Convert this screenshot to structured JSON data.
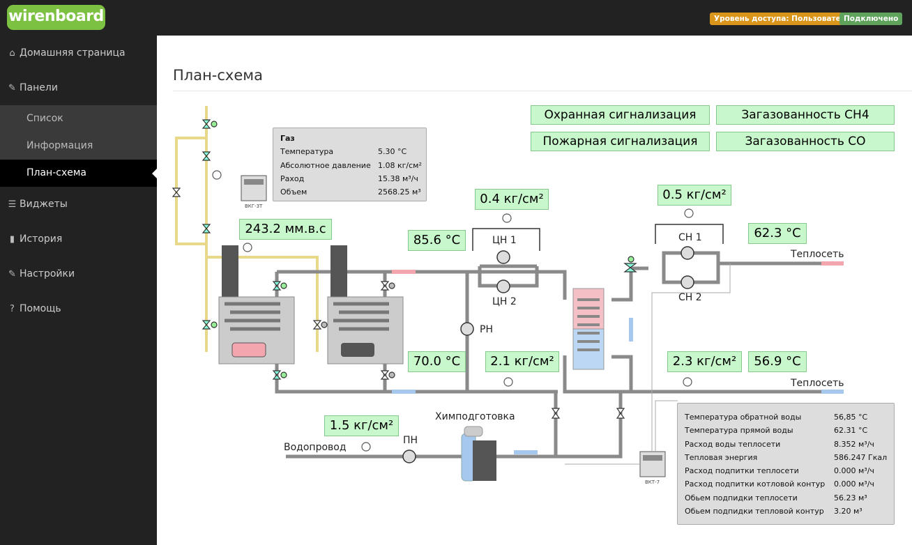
{
  "header": {
    "logo": "wirenboard",
    "access_badge": "Уровень доступа: Пользователь",
    "connection_badge": "Подключено"
  },
  "sidebar": {
    "items": [
      {
        "label": "Домашняя страница",
        "icon": "home-icon"
      },
      {
        "label": "Панели",
        "icon": "wrench-icon"
      },
      {
        "label": "Виджеты",
        "icon": "list-icon"
      },
      {
        "label": "История",
        "icon": "bar-chart-icon"
      },
      {
        "label": "Настройки",
        "icon": "wrench-icon"
      },
      {
        "label": "Помощь",
        "icon": "question-icon"
      }
    ],
    "panels_sub": [
      "Список",
      "Информация",
      "План-схема"
    ]
  },
  "page": {
    "title": "План-схема"
  },
  "alarms": {
    "security": "Охранная сигнализация",
    "gas_ch4": "Загазованность CH4",
    "fire": "Пожарная сигнализация",
    "gas_co": "Загазованность CO"
  },
  "gas_panel": {
    "title": "Газ",
    "rows": [
      {
        "label": "Температура",
        "value": "5.30 °C"
      },
      {
        "label": "Абсолютное давление",
        "value": "1.08 кг/см²"
      },
      {
        "label": "Раход",
        "value": "15.38 м³/ч"
      },
      {
        "label": "Объем",
        "value": "2568.25 м³"
      }
    ]
  },
  "heat_panel": {
    "rows": [
      {
        "label": "Температура обратной воды",
        "value": "56,85 °C"
      },
      {
        "label": "Температура прямой воды",
        "value": "62.31 °C"
      },
      {
        "label": "Расход воды теплосети",
        "value": "8.352 м³/ч"
      },
      {
        "label": "Тепловая энергия",
        "value": "586.247 Гкал"
      },
      {
        "label": "Расход подпитки теплосети",
        "value": "0.000 м³/ч"
      },
      {
        "label": "Расход подпитки котловой контур",
        "value": "0.000 м³/ч"
      },
      {
        "label": "Обьем подпидки теплосети",
        "value": "56.23 м³"
      },
      {
        "label": "Обьем подпидки тепловой контур",
        "value": "3.20 м³"
      }
    ]
  },
  "readings": {
    "gas_pressure": "243.2 мм.в.с",
    "boiler_supply_temp": "85.6 °C",
    "pump_cn_pressure": "0.4 кг/см²",
    "pump_ch_pressure": "0.5 кг/см²",
    "network_supply_temp": "62.3 °C",
    "boiler_return_temp": "70.0 °C",
    "boiler_return_pressure": "2.1 кг/см²",
    "network_return_pressure": "2.3 кг/см²",
    "network_return_temp": "56.9 °C",
    "water_pressure": "1.5 кг/см²"
  },
  "labels": {
    "cn1": "ЦН 1",
    "cn2": "ЦН 2",
    "ch1": "СН 1",
    "ch2": "СН 2",
    "rn": "РН",
    "pn": "ПН",
    "teploset_top": "Теплосеть",
    "teploset_bottom": "Теплосеть",
    "vodoprovod": "Водопровод",
    "himpodgotovka": "Химподготовка",
    "vkg3t": "ВКГ-3Т",
    "vkt7": "ВКТ-7"
  }
}
